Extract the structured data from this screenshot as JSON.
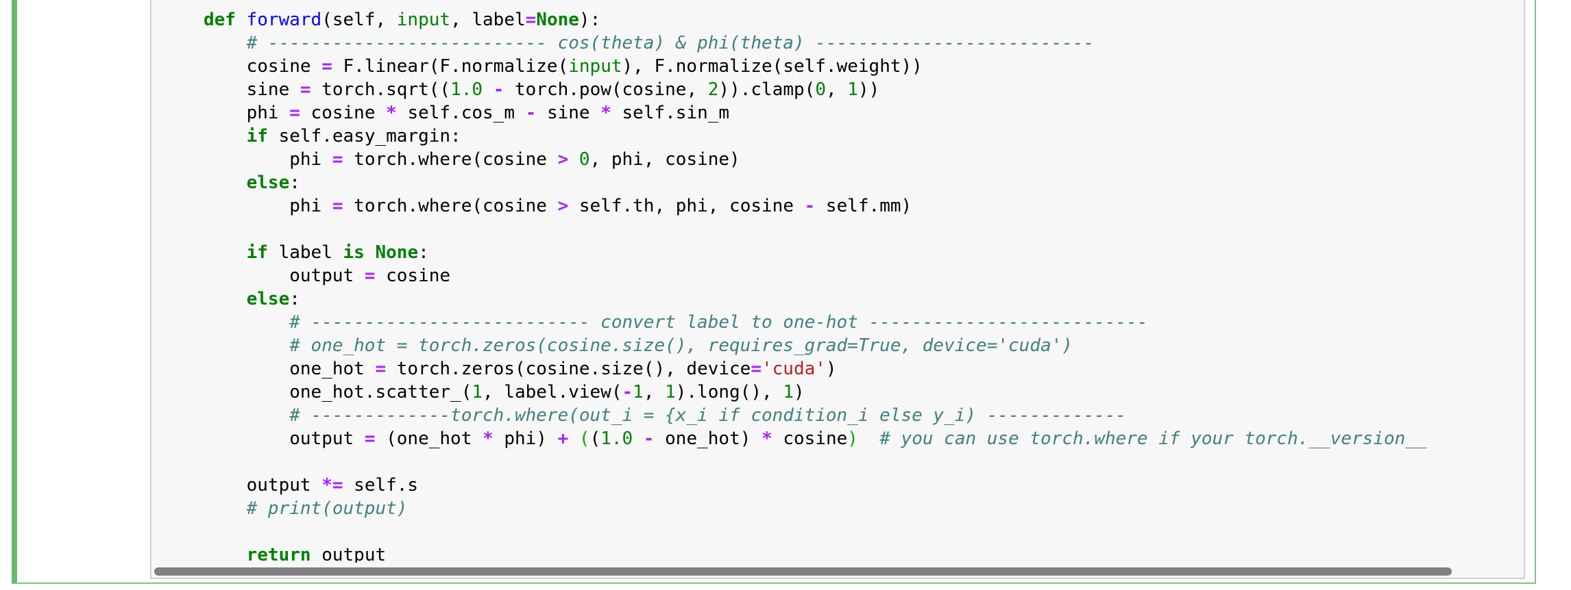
{
  "code_lines": [
    {
      "indent": "",
      "tokens": [
        [
          "kw",
          "def"
        ],
        [
          "t",
          " "
        ],
        [
          "fn",
          "forward"
        ],
        [
          "t",
          "(self, "
        ],
        [
          "builtin",
          "input"
        ],
        [
          "t",
          ", label"
        ],
        [
          "op",
          "="
        ],
        [
          "kw",
          "None"
        ],
        [
          "t",
          "):"
        ]
      ]
    },
    {
      "indent": "    ",
      "tokens": [
        [
          "comment",
          "# -------------------------- cos(theta) & phi(theta) --------------------------"
        ]
      ]
    },
    {
      "indent": "    ",
      "tokens": [
        [
          "t",
          "cosine "
        ],
        [
          "op",
          "="
        ],
        [
          "t",
          " F.linear(F.normalize("
        ],
        [
          "builtin",
          "input"
        ],
        [
          "t",
          "), F.normalize(self.weight))"
        ]
      ]
    },
    {
      "indent": "    ",
      "tokens": [
        [
          "t",
          "sine "
        ],
        [
          "op",
          "="
        ],
        [
          "t",
          " torch.sqrt(("
        ],
        [
          "num",
          "1.0"
        ],
        [
          "t",
          " "
        ],
        [
          "op",
          "-"
        ],
        [
          "t",
          " torch.pow(cosine, "
        ],
        [
          "num",
          "2"
        ],
        [
          "t",
          ")).clamp("
        ],
        [
          "num",
          "0"
        ],
        [
          "t",
          ", "
        ],
        [
          "num",
          "1"
        ],
        [
          "t",
          "))"
        ]
      ]
    },
    {
      "indent": "    ",
      "tokens": [
        [
          "t",
          "phi "
        ],
        [
          "op",
          "="
        ],
        [
          "t",
          " cosine "
        ],
        [
          "op",
          "*"
        ],
        [
          "t",
          " self.cos_m "
        ],
        [
          "op",
          "-"
        ],
        [
          "t",
          " sine "
        ],
        [
          "op",
          "*"
        ],
        [
          "t",
          " self.sin_m"
        ]
      ]
    },
    {
      "indent": "    ",
      "tokens": [
        [
          "kw",
          "if"
        ],
        [
          "t",
          " self.easy_margin:"
        ]
      ]
    },
    {
      "indent": "        ",
      "tokens": [
        [
          "t",
          "phi "
        ],
        [
          "op",
          "="
        ],
        [
          "t",
          " torch.where(cosine "
        ],
        [
          "op",
          ">"
        ],
        [
          "t",
          " "
        ],
        [
          "num",
          "0"
        ],
        [
          "t",
          ", phi, cosine)"
        ]
      ]
    },
    {
      "indent": "    ",
      "tokens": [
        [
          "kw",
          "else"
        ],
        [
          "t",
          ":"
        ]
      ]
    },
    {
      "indent": "        ",
      "tokens": [
        [
          "t",
          "phi "
        ],
        [
          "op",
          "="
        ],
        [
          "t",
          " torch.where(cosine "
        ],
        [
          "op",
          ">"
        ],
        [
          "t",
          " self.th, phi, cosine "
        ],
        [
          "op",
          "-"
        ],
        [
          "t",
          " self.mm)"
        ]
      ]
    },
    {
      "indent": "",
      "tokens": []
    },
    {
      "indent": "    ",
      "tokens": [
        [
          "kw",
          "if"
        ],
        [
          "t",
          " label "
        ],
        [
          "kw",
          "is"
        ],
        [
          "t",
          " "
        ],
        [
          "kw",
          "None"
        ],
        [
          "t",
          ":"
        ]
      ]
    },
    {
      "indent": "        ",
      "tokens": [
        [
          "t",
          "output "
        ],
        [
          "op",
          "="
        ],
        [
          "t",
          " cosine"
        ]
      ]
    },
    {
      "indent": "    ",
      "tokens": [
        [
          "kw",
          "else"
        ],
        [
          "t",
          ":"
        ]
      ]
    },
    {
      "indent": "        ",
      "tokens": [
        [
          "comment",
          "# -------------------------- convert label to one-hot --------------------------"
        ]
      ]
    },
    {
      "indent": "        ",
      "tokens": [
        [
          "comment",
          "# one_hot = torch.zeros(cosine.size(), requires_grad=True, device='cuda')"
        ]
      ]
    },
    {
      "indent": "        ",
      "tokens": [
        [
          "t",
          "one_hot "
        ],
        [
          "op",
          "="
        ],
        [
          "t",
          " torch.zeros(cosine.size(), device"
        ],
        [
          "op",
          "="
        ],
        [
          "str",
          "'cuda'"
        ],
        [
          "t",
          ")"
        ]
      ]
    },
    {
      "indent": "        ",
      "tokens": [
        [
          "t",
          "one_hot.scatter_("
        ],
        [
          "num",
          "1"
        ],
        [
          "t",
          ", label.view("
        ],
        [
          "op",
          "-"
        ],
        [
          "num",
          "1"
        ],
        [
          "t",
          ", "
        ],
        [
          "num",
          "1"
        ],
        [
          "t",
          ").long(), "
        ],
        [
          "num",
          "1"
        ],
        [
          "t",
          ")"
        ]
      ]
    },
    {
      "indent": "        ",
      "tokens": [
        [
          "comment",
          "# -------------torch.where(out_i = {x_i if condition_i else y_i) -------------"
        ]
      ]
    },
    {
      "indent": "        ",
      "tokens": [
        [
          "t",
          "output "
        ],
        [
          "op",
          "="
        ],
        [
          "t",
          " (one_hot "
        ],
        [
          "op",
          "*"
        ],
        [
          "t",
          " phi) "
        ],
        [
          "op",
          "+"
        ],
        [
          "t",
          " "
        ],
        [
          "paren-hl",
          "("
        ],
        [
          "t",
          "("
        ],
        [
          "num",
          "1.0"
        ],
        [
          "t",
          " "
        ],
        [
          "op",
          "-"
        ],
        [
          "t",
          " one_hot) "
        ],
        [
          "op",
          "*"
        ],
        [
          "t",
          " cosine"
        ],
        [
          "paren-hl",
          ")"
        ],
        [
          "t",
          "  "
        ],
        [
          "comment",
          "# you can use torch.where if your torch.__version__"
        ]
      ]
    },
    {
      "indent": "",
      "tokens": []
    },
    {
      "indent": "    ",
      "tokens": [
        [
          "t",
          "output "
        ],
        [
          "op",
          "*="
        ],
        [
          "t",
          " self.s"
        ]
      ]
    },
    {
      "indent": "    ",
      "tokens": [
        [
          "comment",
          "# print(output)"
        ]
      ]
    },
    {
      "indent": "",
      "tokens": []
    },
    {
      "indent": "    ",
      "tokens": [
        [
          "kw",
          "return"
        ],
        [
          "t",
          " output"
        ]
      ]
    }
  ],
  "colors": {
    "keyword": "#008000",
    "function_name": "#0000ff",
    "operator": "#aa22ff",
    "number": "#008000",
    "string": "#ba2121",
    "comment": "#408080",
    "cell_border": "#66bb6a",
    "scrollbar_thumb": "#808080"
  }
}
